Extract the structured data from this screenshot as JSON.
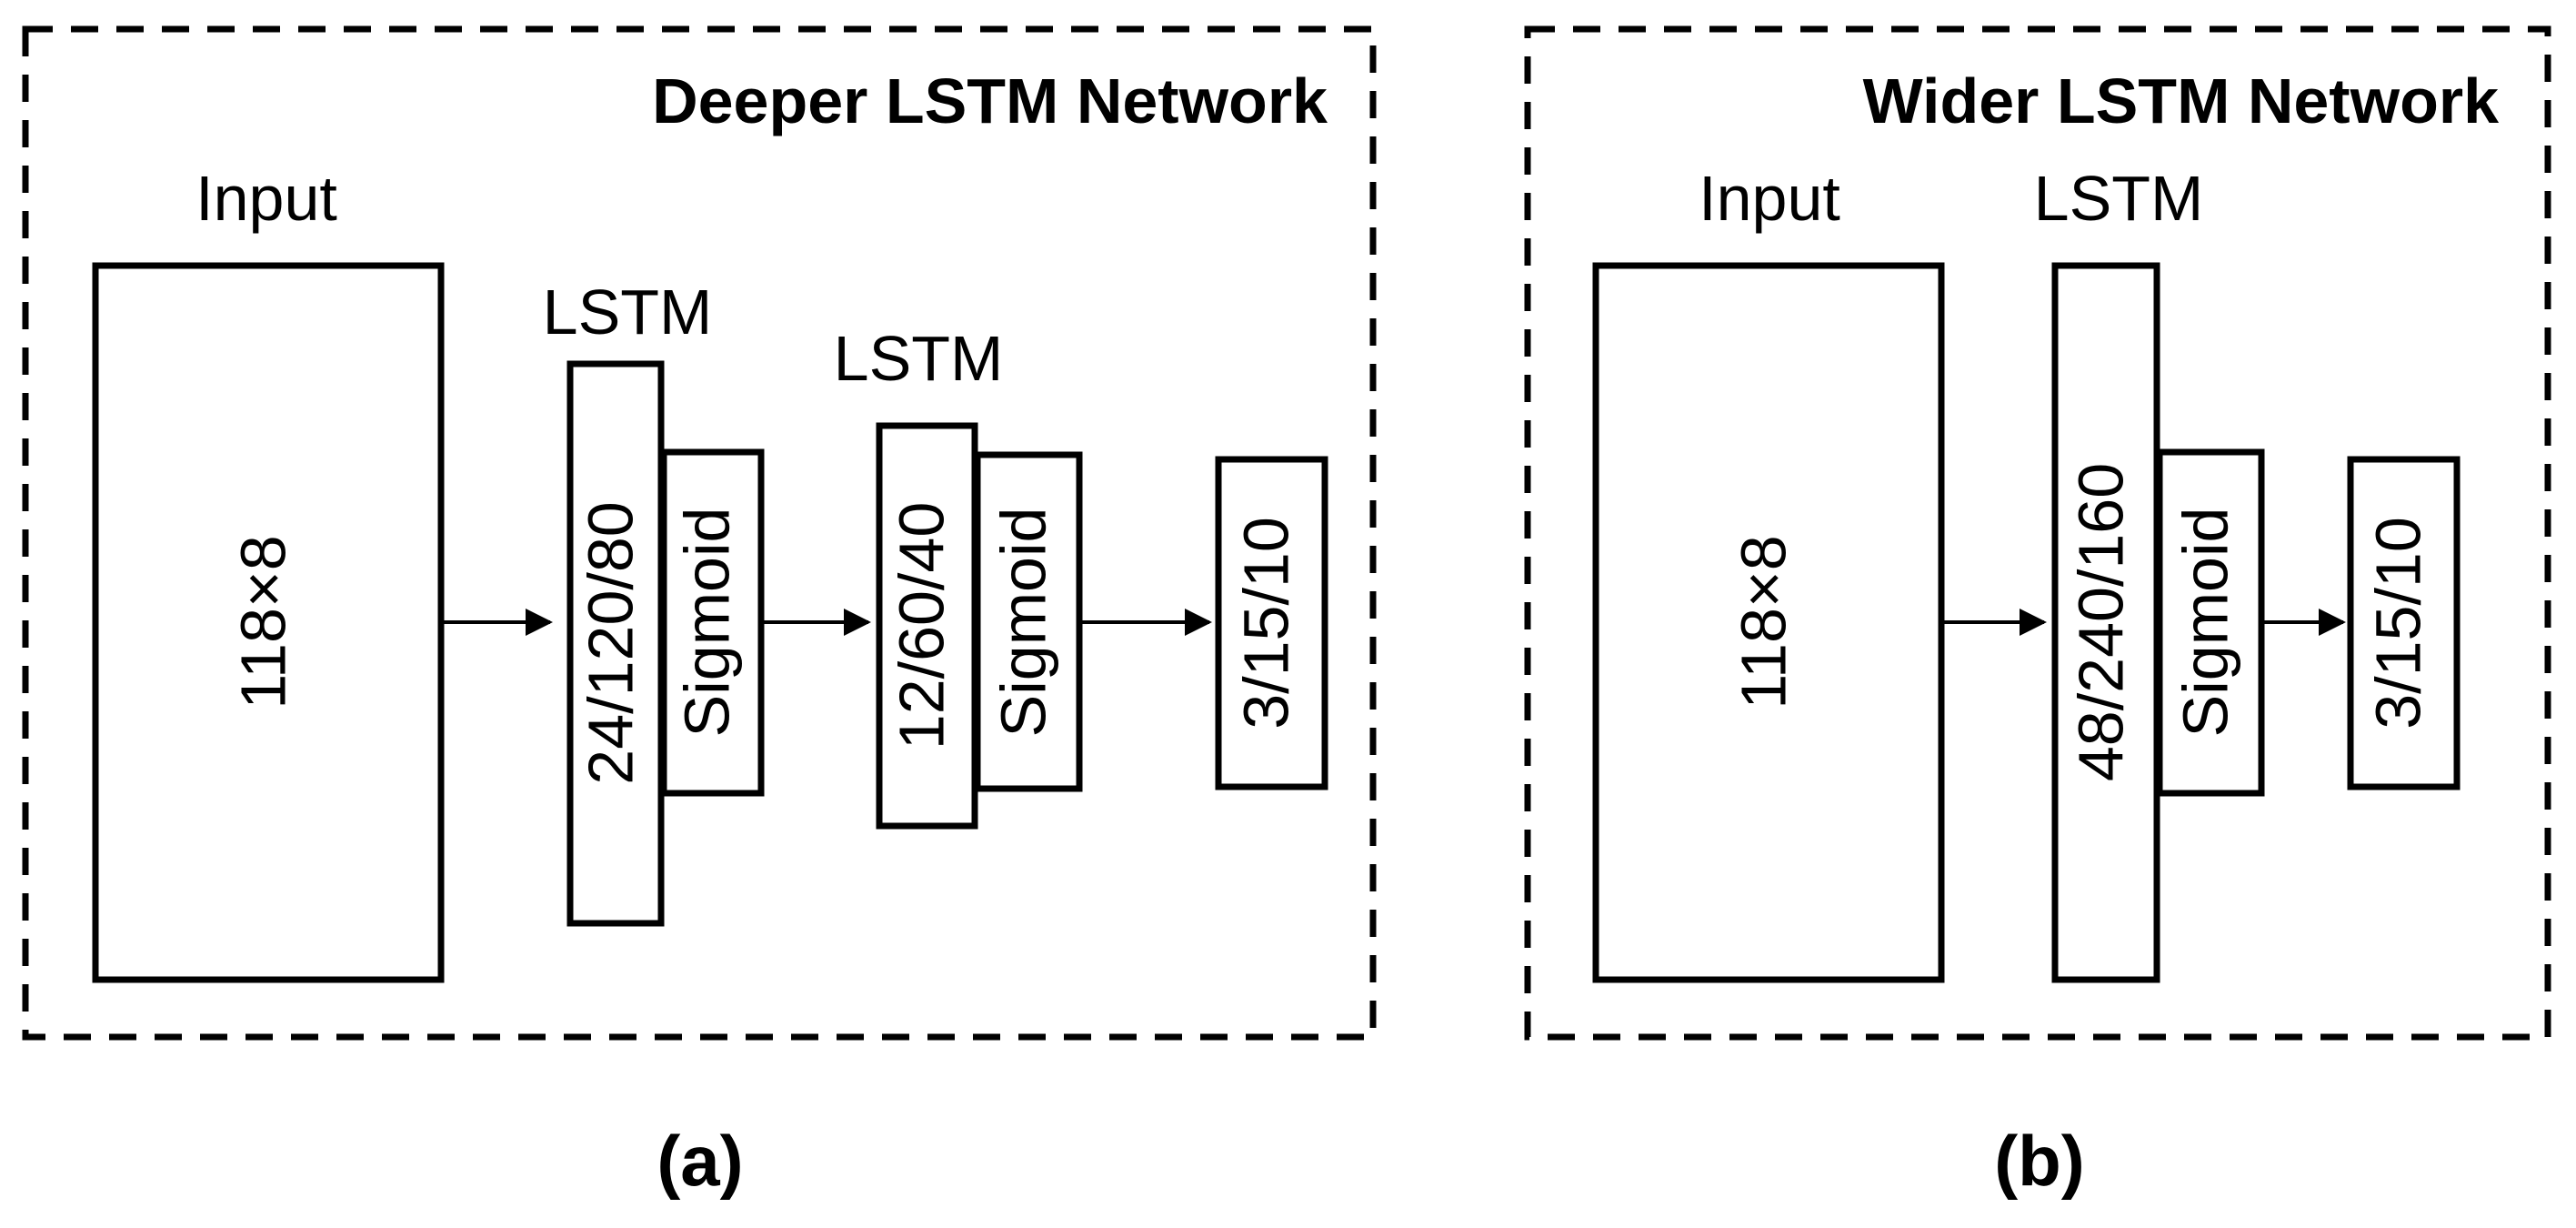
{
  "panel_a": {
    "title": "Deeper LSTM Network",
    "input_label": "Input",
    "input_size": "118×8",
    "lstm1_label": "LSTM",
    "lstm1_units": "24/120/80",
    "sigmoid1": "Sigmoid",
    "lstm2_label": "LSTM",
    "lstm2_units": "12/60/40",
    "sigmoid2": "Sigmoid",
    "output_units": "3/15/10",
    "caption": "(a)"
  },
  "panel_b": {
    "title": "Wider LSTM Network",
    "input_label": "Input",
    "input_size": "118×8",
    "lstm_label": "LSTM",
    "lstm_units": "48/240/160",
    "sigmoid": "Sigmoid",
    "output_units": "3/15/10",
    "caption": "(b)"
  }
}
